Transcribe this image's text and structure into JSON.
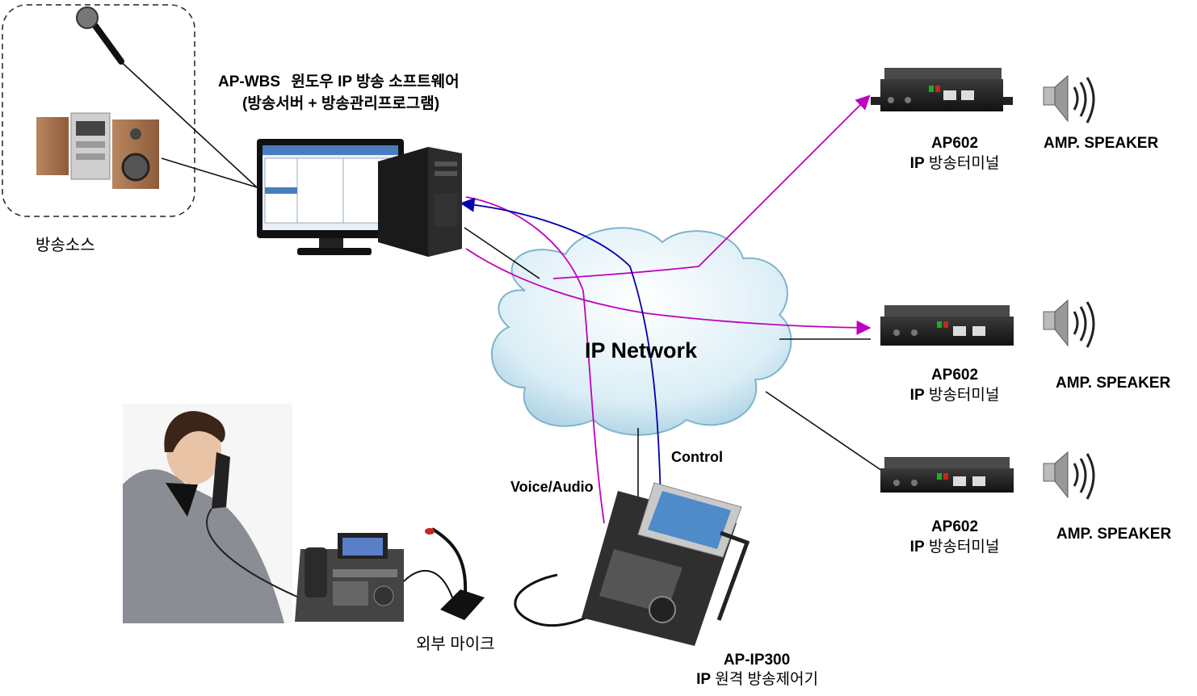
{
  "software": {
    "model": "AP-WBS",
    "desc": "윈도우 IP 방송 소프트웨어",
    "subtitle": "(방송서버 + 방송관리프로그램)"
  },
  "source": {
    "label": "방송소스"
  },
  "network": {
    "label": "IP Network"
  },
  "links": {
    "control": "Control",
    "voice_audio": "Voice/Audio"
  },
  "external_mic": {
    "label": "외부 마이크"
  },
  "controller": {
    "model": "AP-IP300",
    "desc_ip": "IP",
    "desc": "원격 방송제어기"
  },
  "terminals": [
    {
      "model": "AP602",
      "desc_ip": "IP",
      "desc": "방송터미널"
    },
    {
      "model": "AP602",
      "desc_ip": "IP",
      "desc": "방송터미널"
    },
    {
      "model": "AP602",
      "desc_ip": "IP",
      "desc": "방송터미널"
    }
  ],
  "speakers": [
    "AMP. SPEAKER",
    "AMP. SPEAKER",
    "AMP. SPEAKER"
  ],
  "colors": {
    "voice_audio_line": "#c000c0",
    "control_line": "#0000b0",
    "cloud_fill": "#dbeef6"
  }
}
